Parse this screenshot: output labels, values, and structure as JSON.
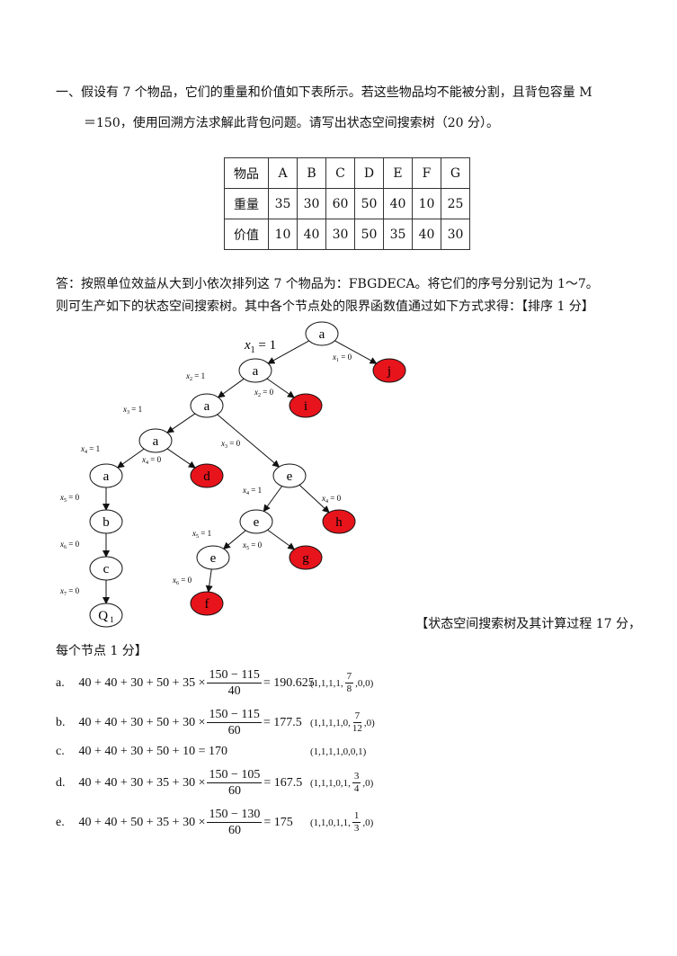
{
  "question": {
    "line1": "一、假设有 7 个物品，它们的重量和价值如下表所示。若这些物品均不能被分割，且背包容量 M",
    "line2": "＝150，使用回溯方法求解此背包问题。请写出状态空间搜索树（20 分）。"
  },
  "table": {
    "header": [
      "物品",
      "A",
      "B",
      "C",
      "D",
      "E",
      "F",
      "G"
    ],
    "weight": [
      "重量",
      "35",
      "30",
      "60",
      "50",
      "40",
      "10",
      "25"
    ],
    "value": [
      "价值",
      "10",
      "40",
      "30",
      "50",
      "35",
      "40",
      "30"
    ]
  },
  "answer": {
    "line1": "答：按照单位效益从大到小依次排列这 7 个物品为：FBGDECA。将它们的序号分别记为 1～7。",
    "line2": "则可生产如下的状态空间搜索树。其中各个节点处的限界函数值通过如下方式求得：【排序 1 分】",
    "score_tree": "【状态空间搜索树及其计算过程 17 分，",
    "score_node": "每个节点 1 分】"
  },
  "tree": {
    "nodes": [
      {
        "id": "n-root",
        "label": "a",
        "red": false
      },
      {
        "id": "n-a2",
        "label": "a",
        "red": false
      },
      {
        "id": "n-j",
        "label": "j",
        "red": true
      },
      {
        "id": "n-a3",
        "label": "a",
        "red": false
      },
      {
        "id": "n-i",
        "label": "i",
        "red": true
      },
      {
        "id": "n-a4",
        "label": "a",
        "red": false
      },
      {
        "id": "n-e1",
        "label": "e",
        "red": false
      },
      {
        "id": "n-a5",
        "label": "a",
        "red": false
      },
      {
        "id": "n-d",
        "label": "d",
        "red": true
      },
      {
        "id": "n-e2",
        "label": "e",
        "red": false
      },
      {
        "id": "n-h",
        "label": "h",
        "red": true
      },
      {
        "id": "n-b",
        "label": "b",
        "red": false
      },
      {
        "id": "n-e3",
        "label": "e",
        "red": false
      },
      {
        "id": "n-g",
        "label": "g",
        "red": true
      },
      {
        "id": "n-c",
        "label": "c",
        "red": false
      },
      {
        "id": "n-f",
        "label": "f",
        "red": true
      },
      {
        "id": "n-q",
        "label": "Q",
        "sub": "1",
        "red": false
      }
    ],
    "edge_labels": [
      {
        "var": "x",
        "sub": "1",
        "val": "1",
        "big": true
      },
      {
        "var": "x",
        "sub": "1",
        "val": "0"
      },
      {
        "var": "x",
        "sub": "2",
        "val": "1"
      },
      {
        "var": "x",
        "sub": "2",
        "val": "0"
      },
      {
        "var": "x",
        "sub": "3",
        "val": "1"
      },
      {
        "var": "x",
        "sub": "3",
        "val": "0"
      },
      {
        "var": "x",
        "sub": "4",
        "val": "1"
      },
      {
        "var": "x",
        "sub": "4",
        "val": "0"
      },
      {
        "var": "x",
        "sub": "4",
        "val": "1"
      },
      {
        "var": "x",
        "sub": "4",
        "val": "0"
      },
      {
        "var": "x",
        "sub": "5",
        "val": "0"
      },
      {
        "var": "x",
        "sub": "5",
        "val": "1"
      },
      {
        "var": "x",
        "sub": "5",
        "val": "0"
      },
      {
        "var": "x",
        "sub": "6",
        "val": "0"
      },
      {
        "var": "x",
        "sub": "6",
        "val": "0"
      },
      {
        "var": "x",
        "sub": "7",
        "val": "0"
      }
    ]
  },
  "calcs": [
    {
      "label": "a.",
      "expr": "40 + 40 + 30 + 50 + 35 ×",
      "num": "150 − 115",
      "den": "40",
      "result": "= 190.625",
      "vec_pre": "(1,1,1,1,",
      "vec_num": "7",
      "vec_den": "8",
      "vec_post": ",0,0)"
    },
    {
      "label": "b.",
      "expr": "40 + 40 + 30 + 50 + 30 ×",
      "num": "150 − 115",
      "den": "60",
      "result": "= 177.5",
      "vec_pre": "(1,1,1,1,0,",
      "vec_num": "7",
      "vec_den": "12",
      "vec_post": ",0)"
    },
    {
      "label": "c.",
      "expr": "40 + 40 + 30 + 50 + 10 = 170",
      "num": "",
      "den": "",
      "result": "",
      "vec_pre": "(1,1,1,1,0,0,1)",
      "vec_num": "",
      "vec_den": "",
      "vec_post": ""
    },
    {
      "label": "d.",
      "expr": "40 + 40 + 30 + 35 + 30 ×",
      "num": "150 − 105",
      "den": "60",
      "result": "= 167.5",
      "vec_pre": "(1,1,1,0,1,",
      "vec_num": "3",
      "vec_den": "4",
      "vec_post": ",0)"
    },
    {
      "label": "e.",
      "expr": "40 + 40 + 50 + 35 + 30 ×",
      "num": "150 − 130",
      "den": "60",
      "result": "= 175",
      "vec_pre": "(1,1,0,1,1,",
      "vec_num": "1",
      "vec_den": "3",
      "vec_post": ",0)"
    }
  ],
  "colors": {
    "red_node": "#e8141c",
    "line": "#111111"
  }
}
